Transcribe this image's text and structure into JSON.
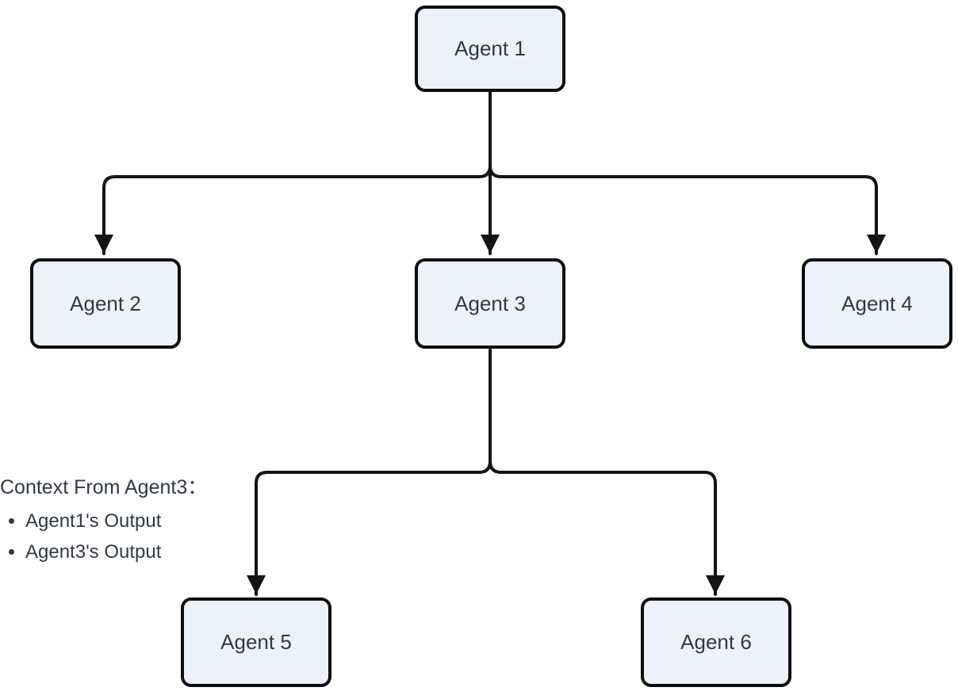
{
  "diagram": {
    "type": "flowchart",
    "direction": "top-down",
    "nodes": {
      "agent1": {
        "label": "Agent 1"
      },
      "agent2": {
        "label": "Agent 2"
      },
      "agent3": {
        "label": "Agent 3"
      },
      "agent4": {
        "label": "Agent 4"
      },
      "agent5": {
        "label": "Agent 5"
      },
      "agent6": {
        "label": "Agent 6"
      }
    },
    "edges": [
      {
        "from": "agent1",
        "to": "agent2"
      },
      {
        "from": "agent1",
        "to": "agent3"
      },
      {
        "from": "agent1",
        "to": "agent4"
      },
      {
        "from": "agent3",
        "to": "agent5"
      },
      {
        "from": "agent3",
        "to": "agent6"
      }
    ],
    "context_note": {
      "title": "Context From Agent3：",
      "items": [
        "Agent1's Output",
        "Agent3's Output"
      ]
    }
  },
  "colors": {
    "node_fill": "#EDF1FA",
    "node_border": "#0D0D0D",
    "node_text": "#323945",
    "edge": "#141414",
    "background": "#FFFFFF"
  }
}
